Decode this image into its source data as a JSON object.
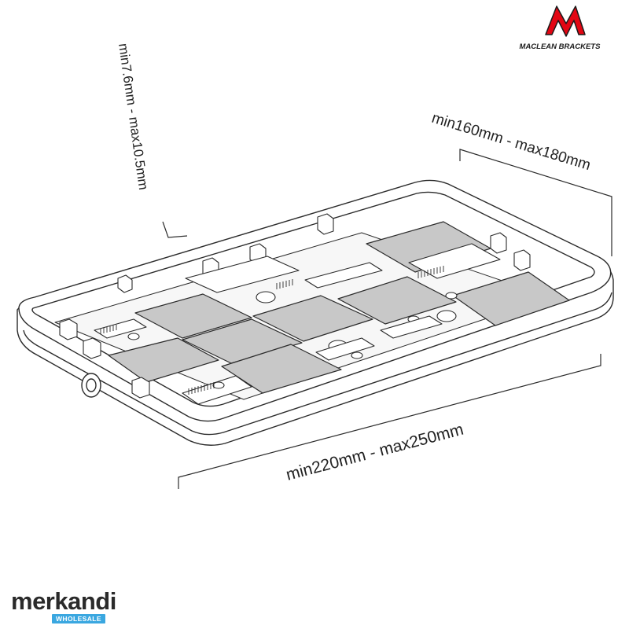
{
  "brand": {
    "logo_text": "MACLEAN BRACKETS",
    "color": "#e30613"
  },
  "dimensions": {
    "thickness": "min7.6mm - max10.5mm",
    "width": "min160mm - max180mm",
    "length": "min220mm - max250mm"
  },
  "watermark": {
    "name": "merkandi",
    "badge": "WHOLESALE",
    "badge_color": "#3aa7e0"
  },
  "colors": {
    "pad_fill": "#c8c8c8",
    "line": "#2b2b2b",
    "tray_fill": "#ffffff"
  }
}
